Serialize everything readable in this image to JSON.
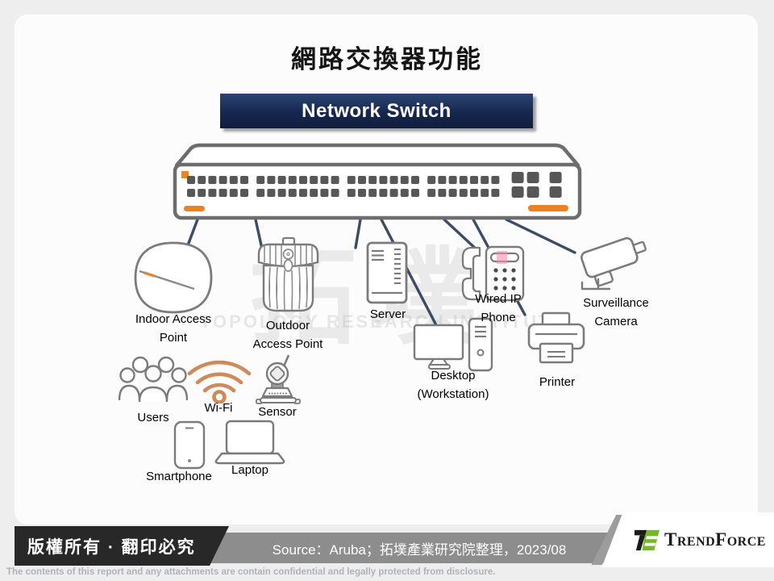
{
  "slide": {
    "title": "網路交換器功能",
    "switch_label": "Network Switch"
  },
  "watermark": {
    "cjk": "拓墣",
    "en": "TOPOLOGY RESEARCH INSTITUTE"
  },
  "devices": [
    {
      "name": "indoor-access-point",
      "label": "Indoor Access\nPoint"
    },
    {
      "name": "outdoor-access-point",
      "label": "Outdoor\nAccess Point"
    },
    {
      "name": "server",
      "label": "Server"
    },
    {
      "name": "wired-ip-phone",
      "label": "Wired IP\nPhone"
    },
    {
      "name": "surveillance-camera",
      "label": "Surveillance\nCamera"
    },
    {
      "name": "desktop-workstation",
      "label": "Desktop\n(Workstation)"
    },
    {
      "name": "printer",
      "label": "Printer"
    },
    {
      "name": "users",
      "label": "Users"
    },
    {
      "name": "wifi",
      "label": "Wi-Fi"
    },
    {
      "name": "sensor",
      "label": "Sensor"
    },
    {
      "name": "smartphone",
      "label": "Smartphone"
    },
    {
      "name": "laptop",
      "label": "Laptop"
    }
  ],
  "diagram": {
    "switch_ports": {
      "small_groups": [
        6,
        8,
        7,
        7
      ],
      "large_groups": [
        2,
        1
      ]
    }
  },
  "footer": {
    "copyright": "版權所有 · 翻印必究",
    "source": "Source：Aruba；拓墣產業研究院整理，2023/08",
    "logo_text": "TrendForce",
    "disclaimer": "The contents of this report and any attachments are contain confidential and legally protected from disclosure."
  },
  "colors": {
    "accent_orange": "#ef8220",
    "line_navy": "#3b4c66",
    "switch_box_navy": "#17274e",
    "wifi_orange": "#cd8a5b",
    "phone_highlight_pink": "#f48fb1"
  }
}
